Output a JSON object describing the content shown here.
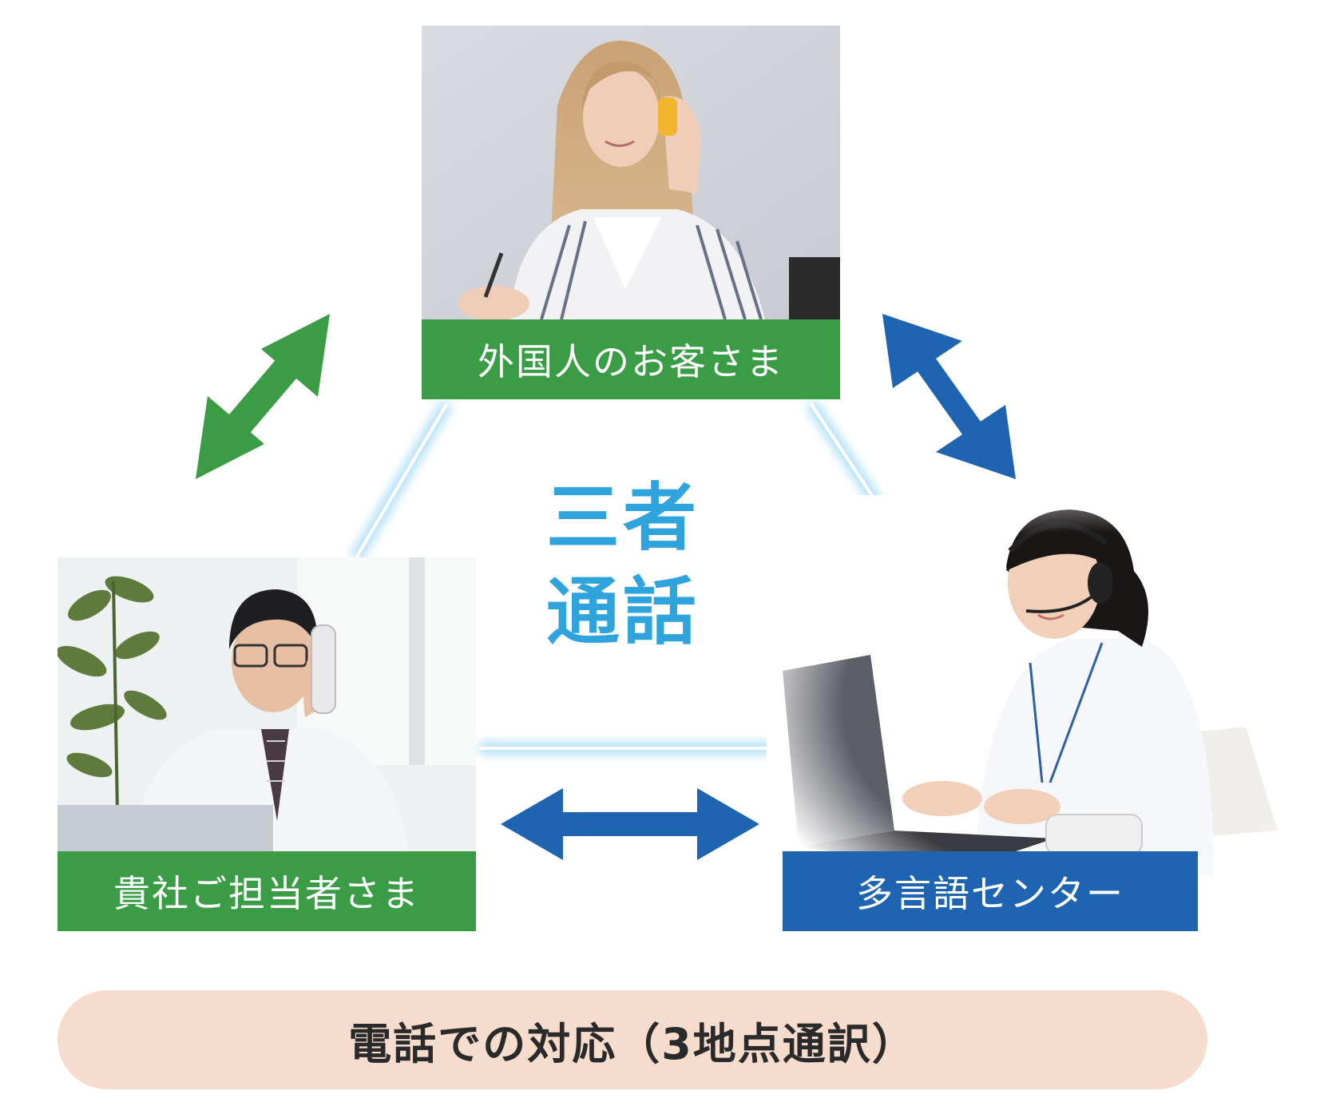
{
  "nodes": {
    "customer": {
      "label": "外国人のお客さま",
      "color": "#3a9c44"
    },
    "company": {
      "label": "貴社ご担当者さま",
      "color": "#3a9c44"
    },
    "center": {
      "label": "多言語センター",
      "color": "#1e64b0"
    }
  },
  "center_text": {
    "line1": "三者",
    "line2": "通話"
  },
  "caption": "電話での対応（3地点通訳）",
  "colors": {
    "green_arrow": "#3a9c44",
    "blue_arrow": "#1e64b0",
    "accent_text": "#2ea3dc",
    "pill_bg": "#f6dccc"
  },
  "icons": {
    "customer_photo": "woman-on-phone-icon",
    "company_photo": "man-on-phone-icon",
    "center_photo": "operator-headset-icon"
  }
}
